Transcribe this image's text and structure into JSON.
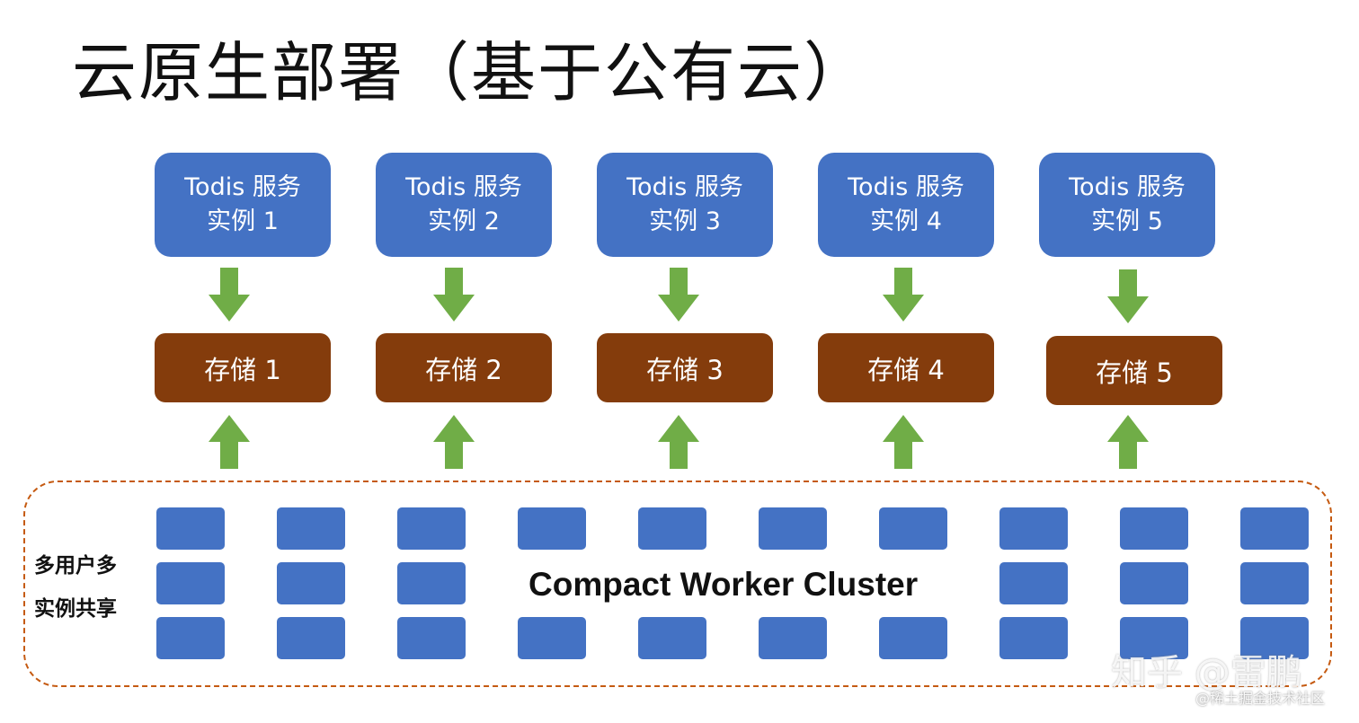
{
  "title": "云原生部署（基于公有云）",
  "services": [
    {
      "line1": "Todis 服务",
      "line2": "实例 1"
    },
    {
      "line1": "Todis 服务",
      "line2": "实例 2"
    },
    {
      "line1": "Todis 服务",
      "line2": "实例 3"
    },
    {
      "line1": "Todis 服务",
      "line2": "实例 4"
    },
    {
      "line1": "Todis 服务",
      "line2": "实例 5"
    }
  ],
  "storages": [
    "存储 1",
    "存储 2",
    "存储 3",
    "存储 4",
    "存储 5"
  ],
  "cluster": {
    "title": "Compact Worker Cluster",
    "side_label_line1": "多用户多",
    "side_label_line2": "实例共享"
  },
  "watermark": {
    "zhihu": "知乎 @雷鹏",
    "juejin": "@稀土掘金技术社区"
  },
  "colors": {
    "service_box": "#4472c4",
    "storage_box": "#843c0c",
    "arrow": "#70ad47",
    "worker_box": "#4472c4",
    "cluster_border": "#c55a11"
  }
}
